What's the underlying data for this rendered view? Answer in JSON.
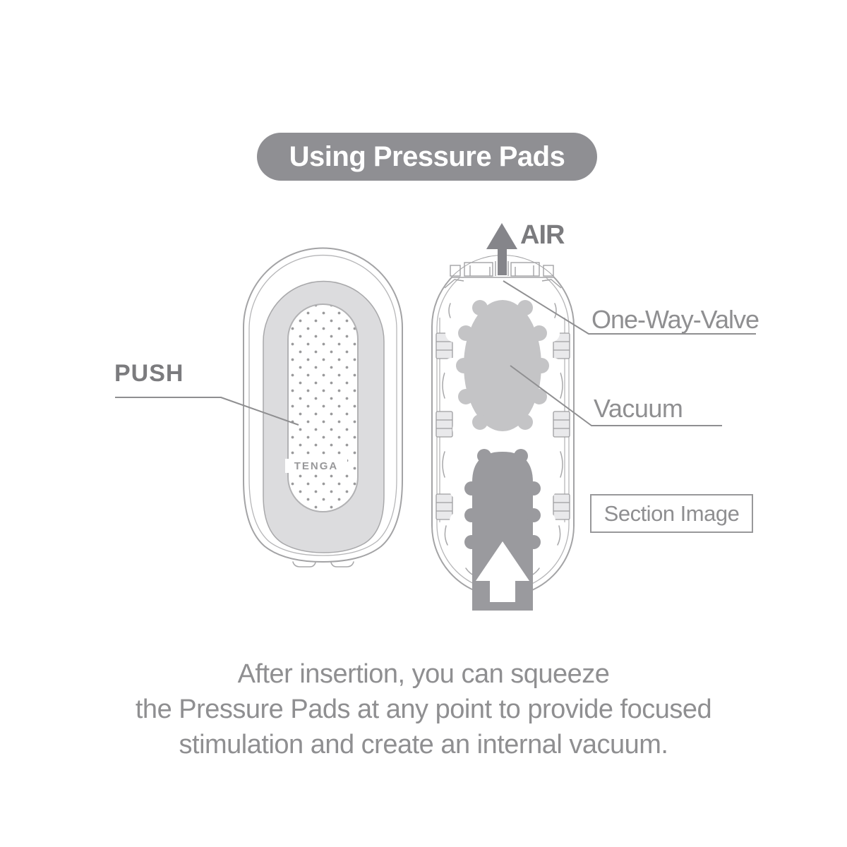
{
  "title": "Using Pressure Pads",
  "labels": {
    "push": "PUSH",
    "air": "AIR",
    "one_way_valve": "One-Way-Valve",
    "vacuum": "Vacuum",
    "section_image": "Section Image"
  },
  "brand": "TENGA",
  "caption": {
    "lines": [
      "After insertion, you can squeeze",
      "the Pressure Pads at any point to provide focused",
      "stimulation and create an internal vacuum."
    ]
  },
  "colors": {
    "background": "#ffffff",
    "title_pill_bg": "#8f8f93",
    "title_text": "#ffffff",
    "bold_label_text": "#7b7b7e",
    "label_text": "#8f8f91",
    "caption_text": "#8f8f91",
    "outline": "#a3a3a5",
    "body_fill": "#dcdcde",
    "vacuum_fill": "#c4c4c6",
    "channel_fill": "#9a9a9e",
    "air_arrow_fill": "#85858a",
    "leader_line": "#8f8f91",
    "dot_color": "#9a9a9c"
  }
}
